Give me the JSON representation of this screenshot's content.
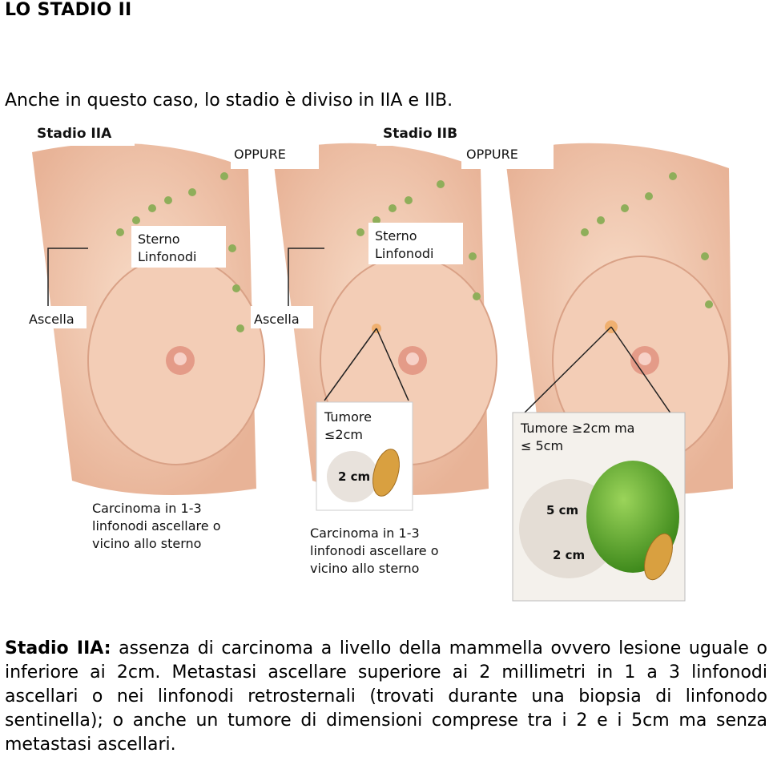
{
  "heading": "LO STADIO II",
  "intro": "Anche in questo caso, lo stadio è diviso in IIA e IIB.",
  "figure": {
    "panel_a_title": "Stadio IIA",
    "panel_b_title": "Stadio IIB",
    "oppure_1": "OPPURE",
    "oppure_2": "OPPURE",
    "sterno_linfonodi_1": [
      "Sterno",
      "Linfonodi"
    ],
    "sterno_linfonodi_2": [
      "Sterno",
      "Linfonodi"
    ],
    "ascella_1": "Ascella",
    "ascella_2": "Ascella",
    "tumore_small": [
      "Tumore",
      "≤2cm"
    ],
    "tumore_large": [
      "Tumore ≥2cm ma",
      "≤ 5cm"
    ],
    "size_2cm": "2 cm",
    "size_5cm": "5 cm",
    "size_2cm_b": "2 cm",
    "carcinoma_1": [
      "Carcinoma in 1-3",
      "linfonodi ascellare o",
      "vicino allo sterno"
    ],
    "carcinoma_2": [
      "Carcinoma in 1-3",
      "linfonodi ascellare o",
      "vicino allo sterno"
    ]
  },
  "paragraph": {
    "bold": "Stadio IIA:",
    "text": " assenza di carcinoma a livello della mammella ovvero lesione uguale o inferiore ai 2cm. Metastasi ascellare superiore ai 2 millimetri in 1 a 3 linfonodi ascellari o nei linfonodi retrosternali (trovati durante una biopsia di linfonodo sentinella); o anche un tumore di dimensioni comprese tra i 2 e i 5cm ma senza metastasi ascellari."
  },
  "colors": {
    "skin": "#f2c9b0",
    "skin_dark": "#e3a98c",
    "node": "#8fae5a",
    "lime": "#5fae2c",
    "seed": "#d9a040"
  }
}
